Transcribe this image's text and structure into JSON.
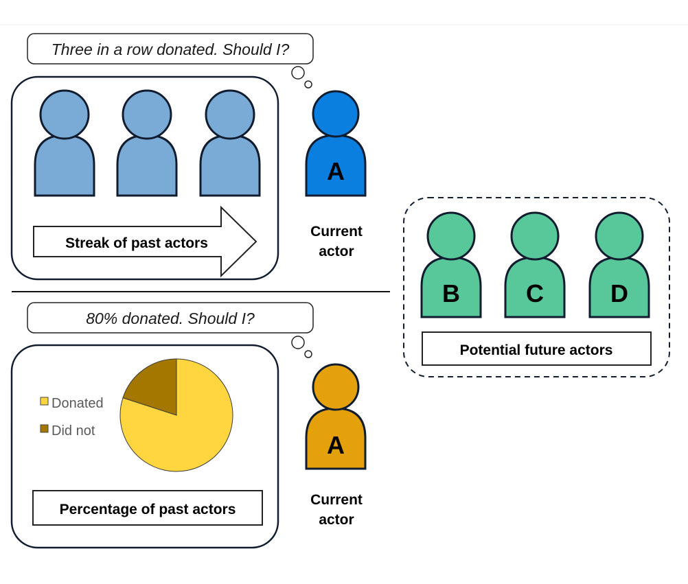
{
  "colors": {
    "streak_person": "#7aaad6",
    "current_top": "#0a7fe0",
    "current_bottom": "#e5a10c",
    "future": "#58c89a",
    "outline": "#111d2e",
    "donated": "#ffd540",
    "did_not": "#a47800"
  },
  "top_panel": {
    "thought": "Three in a row donated. Should I?",
    "arrow_label": "Streak of past actors",
    "current_letter": "A",
    "current_label_line1": "Current",
    "current_label_line2": "actor"
  },
  "bottom_panel": {
    "thought": "80% donated. Should I?",
    "legend_donated": "Donated",
    "legend_did_not": "Did not",
    "caption": "Percentage of past actors",
    "current_letter": "A",
    "current_label_line1": "Current",
    "current_label_line2": "actor"
  },
  "chart_data": {
    "type": "pie",
    "categories": [
      "Donated",
      "Did not"
    ],
    "values": [
      80,
      20
    ]
  },
  "future_panel": {
    "letters": [
      "B",
      "C",
      "D"
    ],
    "caption": "Potential future actors"
  }
}
